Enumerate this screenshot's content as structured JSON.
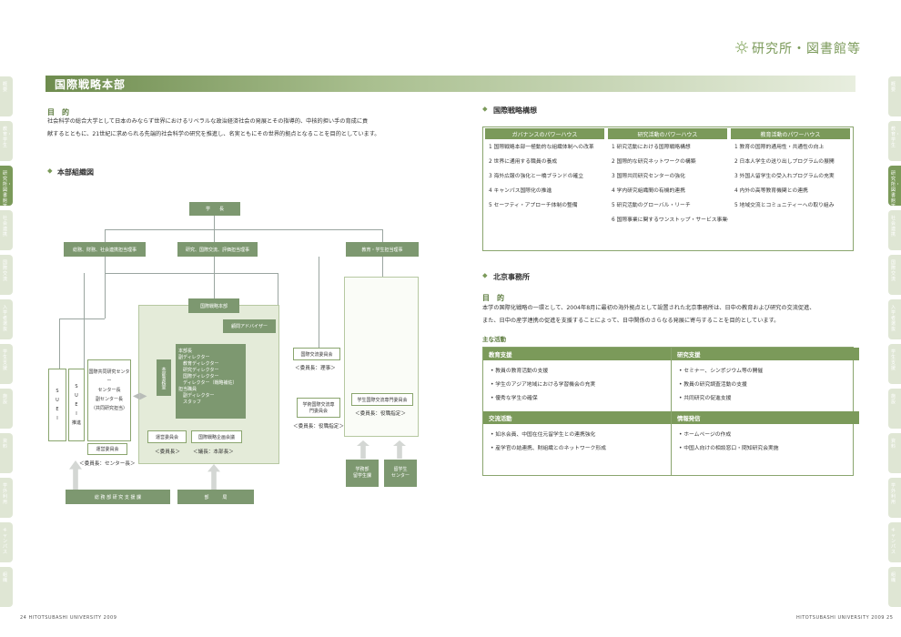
{
  "header": {
    "section_title": "研究所・図書館等",
    "band_title": "国際戦略本部"
  },
  "left": {
    "purpose_label": "目　的",
    "purpose_line1": "社会科学の総合大学として日本のみならず世界におけるリベラルな政治経済社会の発展とその指導的、中核的担い手の育成に貢",
    "purpose_line2": "献するとともに、21世紀に求められる先端的社会科学の研究を推進し、名実ともにその世界的拠点となることを目的としています。",
    "org_label": "本部組織図",
    "org": {
      "president": "学　　長",
      "vp1": "総務、財務、社会連携担当理事",
      "vp2": "研究、国際交流、評価担当理事",
      "vp3": "教育・学生担当理事",
      "hq": "国際戦略本部",
      "advisor": "顧問アドバイザー",
      "director_block": "本部長\n副ディレクター\n　教育ディレクター\n　研究ディレクター\n　国際ディレクター\n　ディレクター（戦略補佐）\n担当職員\n　副ディレクター\n　スタッフ",
      "office": "本部事務室",
      "steering": "運営委員会",
      "planning": "国際戦略企画会議",
      "steering_note": "＜委員長＞",
      "planning_note": "＜議長：本部長＞",
      "center_col1": "国際共同研究センター",
      "center_col2": "センター長",
      "center_col3": "副センター長",
      "center_col4": "（共同研究担当）",
      "center_committee": "運営委員会",
      "center_committee_note": "＜委員長：センター長＞",
      "left_col1": "S\nU\nE\nI",
      "left_col2": "S\nU\nE\nI\n推進",
      "exchange": "国際交流委員会",
      "exchange_note": "＜委員長：理事＞",
      "student_exch": "学術国際交流専門委員会",
      "student_exch_note": "＜委員長：役職指定＞",
      "student_center": "学生国際交流専門委員会",
      "student_center_note": "＜委員長：役職指定＞",
      "bottom_left": "総 務 部 研 究 支 援 課",
      "bottom_mid": "部　　　局",
      "bottom_r1": "学務部\n留学生課",
      "bottom_r2": "留学生\nセンター"
    },
    "footer": "24  HITOTSUBASHI UNIVERSITY 2009"
  },
  "right": {
    "strategy_label": "国際戦略構想",
    "columns": [
      {
        "head": "ガバナンスのパワーハウス",
        "items": [
          "1 国際戦略本部一極動的な組織体制への改革",
          "2 世界に通用する職員の養成",
          "3 海外広報の強化と一橋ブランドの確立",
          "4 キャンパス国際化の推進",
          "5 セーフティ・アプローチ体制の整備"
        ]
      },
      {
        "head": "研究活動のパワーハウス",
        "items": [
          "1 研究活動における国際戦略構想",
          "2 国際的な研究ネットワークの構築",
          "3 国際共同研究センターの強化",
          "4 学内研究組織間の有機的連携",
          "5 研究活動のグローバル・リーチ",
          "6 国際事業に関するワンストップ・サービス事業の実施"
        ]
      },
      {
        "head": "教育活動のパワーハウス",
        "items": [
          "1 教育の国際的通用性・共通性の向上",
          "2 日本人学生の送り出しプログラムの展開",
          "3 外国人留学生の受入れプログラムの充実",
          "4 内外の高等教育機関との連携",
          "5 地域交流とコミュニティーへの取り組み"
        ]
      }
    ],
    "beijing_label": "北京事務所",
    "purpose_label": "目　的",
    "beijing_line1": "本学の国際化戦略の一環として、2004年8月に最初の海外拠点として設置された北京事務所は、日中の教育および研究の交流促進、",
    "beijing_line2": "また、日中の産学連携の促進を支援することによって、日中関係のさらなる発展に寄与することを目的としています。",
    "activities_label": "主な活動",
    "activities": [
      {
        "head": "教育支援",
        "items": [
          "• 教員の教育活動の支援",
          "• 学生のアジア地域における学習機会の充実",
          "• 優秀な学生の確保"
        ]
      },
      {
        "head": "研究支援",
        "items": [
          "• セミナー、シンポジウム等の開催",
          "• 教員の研究調査活動の支援",
          "• 共同研究の促進支援"
        ]
      },
      {
        "head": "交流活動",
        "items": [
          "• 如水会員、中国在住元留学生との連携強化",
          "• 産学官の結連携、財組織とのネットワーク形成"
        ]
      },
      {
        "head": "情報発信",
        "items": [
          "• ホームページの作成",
          "• 中国人向けの相談窓口・問知研究会実施"
        ]
      }
    ],
    "footer": "HITOTSUBASHI UNIVERSITY 2009  25"
  },
  "sidetabs_left": [
    "概要",
    "教育・学生",
    "研究所・図書館等",
    "社会連携",
    "国際交流",
    "入学者選抜",
    "学生支援",
    "施設",
    "資料",
    "学外利用",
    "キャンパス",
    "組織"
  ],
  "sidetabs_right": [
    "概要",
    "教育・学生",
    "研究所・図書館等",
    "社会連携",
    "国際交流",
    "入学者選抜",
    "学生支援",
    "施設",
    "資料",
    "学外利用",
    "キャンパス",
    "組織"
  ]
}
